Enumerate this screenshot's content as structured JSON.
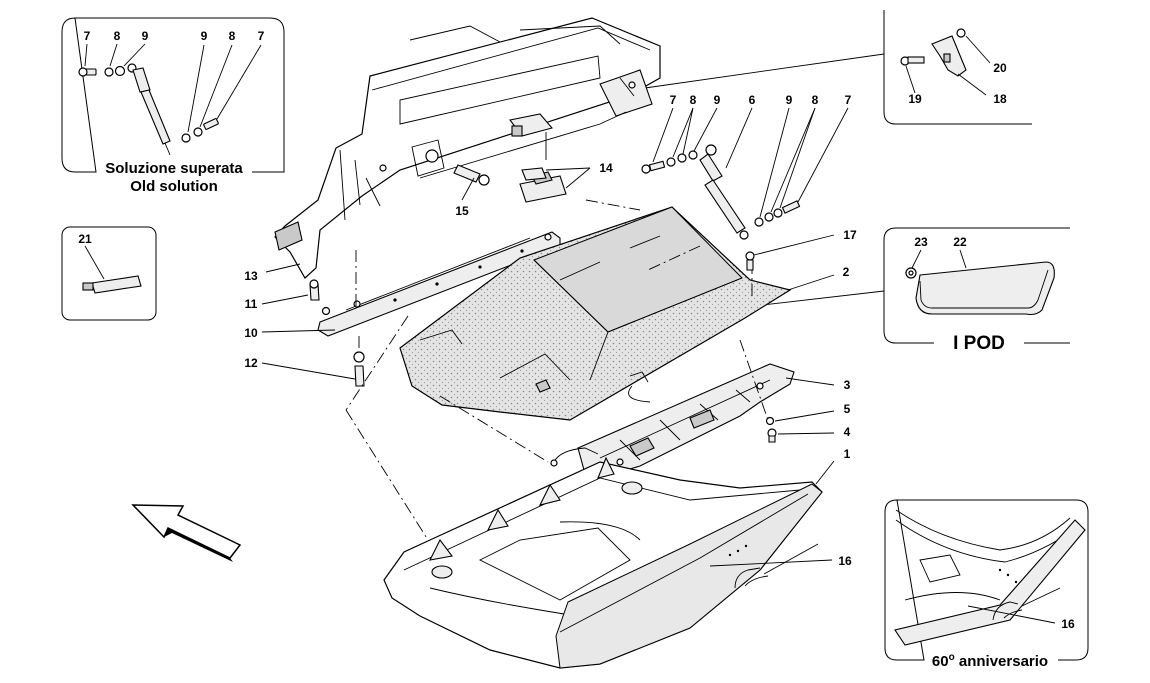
{
  "callouts": {
    "c1": "1",
    "c2": "2",
    "c3": "3",
    "c4": "4",
    "c5": "5",
    "c6": "6",
    "c7": "7",
    "c8": "8",
    "c9": "9",
    "c10": "10",
    "c11": "11",
    "c12": "12",
    "c13": "13",
    "c14": "14",
    "c15": "15",
    "c16": "16",
    "c17": "17",
    "c18": "18",
    "c19": "19",
    "c20": "20",
    "c21": "21",
    "c22": "22",
    "c23": "23"
  },
  "insets": {
    "old_solution_it": "Soluzione superata",
    "old_solution_en": "Old solution",
    "ipod": "I POD",
    "anniversary_prefix": "60",
    "anniversary_sup": "o",
    "anniversary_suffix": " anniversario"
  }
}
